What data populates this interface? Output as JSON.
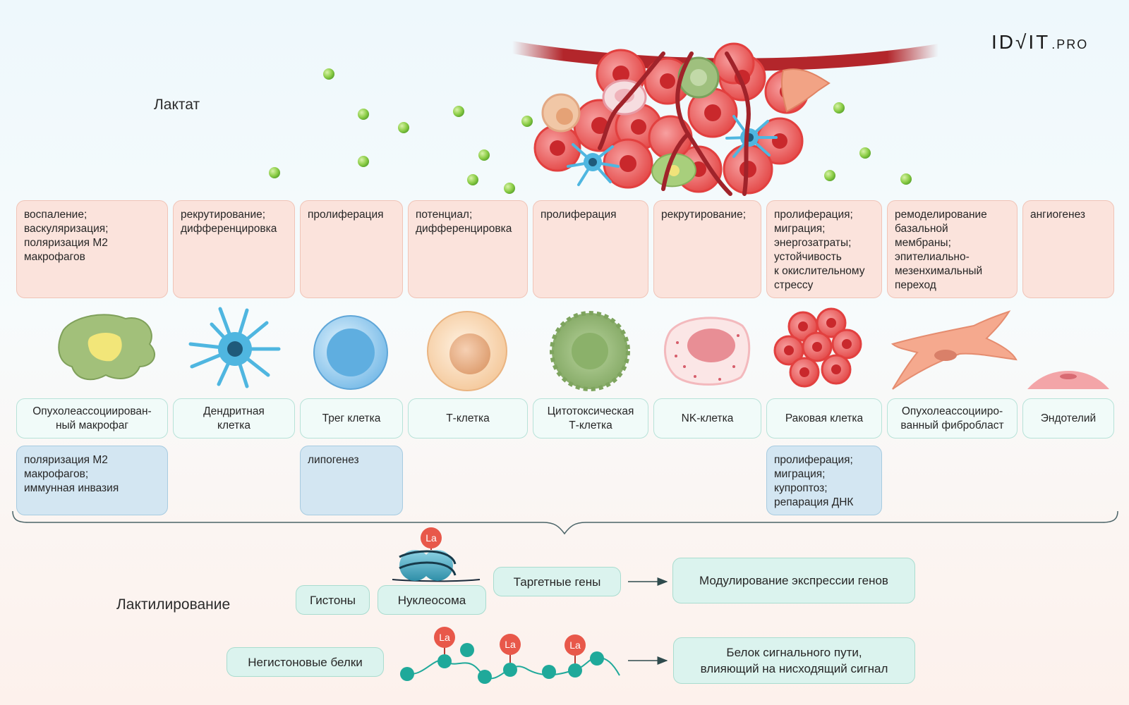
{
  "logo": {
    "main": "ID√IT",
    "suffix": ".PRO"
  },
  "lactate_label": "Лактат",
  "lactylation_label": "Лактилирование",
  "cells": [
    {
      "name": "Опухолеассоциирован-\nный макрофаг",
      "effect": "воспаление;\nваскуляризация;\nполяризация М2\nмакрофагов",
      "lact_effect": "поляризация М2\nмакрофагов;\nиммунная инвазия",
      "icon": "macrophage-icon"
    },
    {
      "name": "Дендритная\nклетка",
      "effect": "рекрутирование;\nдифференцировка",
      "lact_effect": "",
      "icon": "dendritic-cell-icon"
    },
    {
      "name": "Трег клетка",
      "effect": "пролиферация",
      "lact_effect": "липогенез",
      "icon": "treg-cell-icon"
    },
    {
      "name": "Т-клетка",
      "effect": "потенциал;\nдифференцировка",
      "lact_effect": "",
      "icon": "t-cell-icon"
    },
    {
      "name": "Цитотоксическая\nТ-клетка",
      "effect": "пролиферация",
      "lact_effect": "",
      "icon": "cytotoxic-t-cell-icon"
    },
    {
      "name": "NK-клетка",
      "effect": "рекрутирование;",
      "lact_effect": "",
      "icon": "nk-cell-icon"
    },
    {
      "name": "Раковая клетка",
      "effect": "пролиферация;\nмиграция;\nэнергозатраты;\nустойчивость\nк окислительному\nстрессу",
      "lact_effect": "пролиферация;\nмиграция;\nкупроптоз;\nрепарация ДНК",
      "icon": "cancer-cell-cluster-icon"
    },
    {
      "name": "Опухолеассоцииро-\nванный фибробласт",
      "effect": "ремоделирование\nбазальной\nмембраны;\nэпителиально-\nмезенхимальный\nпереход",
      "lact_effect": "",
      "icon": "fibroblast-icon"
    },
    {
      "name": "Эндотелий",
      "effect": "ангиогенез",
      "lact_effect": "",
      "icon": "endothelium-icon"
    }
  ],
  "lactylation": {
    "la_tag": "La",
    "histones": "Гистоны",
    "nucleosome": "Нуклеосома",
    "target_genes": "Таргетные гены",
    "gene_modulation": "Модулирование экспрессии генов",
    "non_histone": "Негистоновые белки",
    "signal_protein": "Белок сигнального пути,\nвлияющий на нисходящий сигнал"
  },
  "colors": {
    "effect_bg": "#fbe3dc",
    "name_bg": "#f1fbf9",
    "lact_effect_bg": "#d3e6f2",
    "pill_bg": "#dbf3ee",
    "la_badge": "#e8584a",
    "protein_bead": "#1fa99a",
    "lactate_dot": "#8fcf4a",
    "vessel": "#b3262b"
  }
}
